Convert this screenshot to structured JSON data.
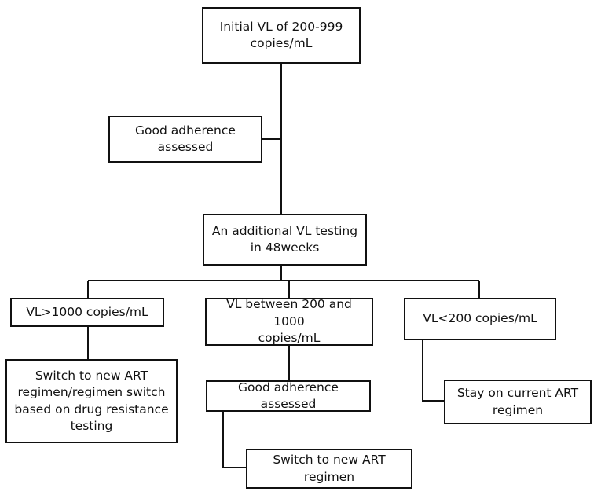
{
  "flowchart": {
    "nodes": {
      "initial_vl": "Initial VL of 200-999\ncopies/mL",
      "adherence_1": "Good adherence\nassessed",
      "additional_test": "An additional VL testing\nin 48weeks",
      "vl_high": "VL>1000 copies/mL",
      "vl_mid": "VL between 200 and 1000\ncopies/mL",
      "vl_low": "VL<200 copies/mL",
      "switch_resistance": "Switch to new ART\nregimen/regimen switch\nbased on drug resistance\ntesting",
      "adherence_2": "Good adherence assessed",
      "stay_current": "Stay on current  ART\nregimen",
      "switch_new": "Switch to new ART regimen"
    },
    "line_color": "#111111"
  }
}
